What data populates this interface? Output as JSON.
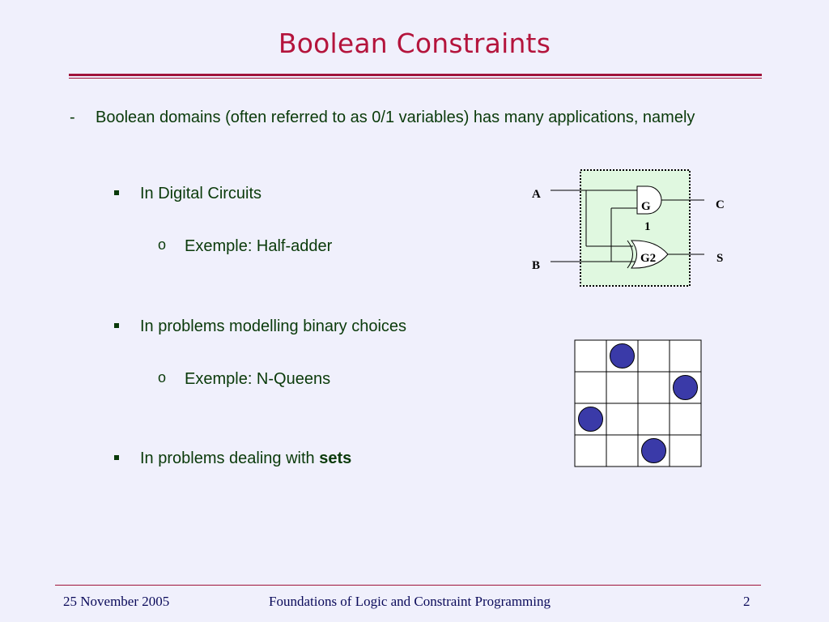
{
  "slide": {
    "title": "Boolean Constraints"
  },
  "body": {
    "intro_marker": "-",
    "intro": "Boolean domains (often referred to as 0/1 variables) has many applications, namely",
    "items": [
      {
        "label": "In Digital Circuits",
        "sub": "Exemple: Half-adder"
      },
      {
        "label": "In problems modelling binary choices",
        "sub": "Exemple: N-Queens"
      },
      {
        "label_prefix": "In problems dealing with ",
        "label_bold": "sets"
      }
    ],
    "sub_marker": "o"
  },
  "circuit": {
    "input_a": "A",
    "input_b": "B",
    "output_c": "C",
    "output_s": "S",
    "gate1_line1": "G",
    "gate1_line2": "1",
    "gate2": "G2",
    "fill_color": "#e0f8e0"
  },
  "queens_board": {
    "size": 4,
    "queen_color": "#3a3aa8",
    "queens": [
      {
        "row": 0,
        "col": 1
      },
      {
        "row": 1,
        "col": 3
      },
      {
        "row": 2,
        "col": 0
      },
      {
        "row": 3,
        "col": 2
      }
    ]
  },
  "footer": {
    "date": "25 November 2005",
    "course": "Foundations of Logic and Constraint Programming",
    "page": "2"
  }
}
